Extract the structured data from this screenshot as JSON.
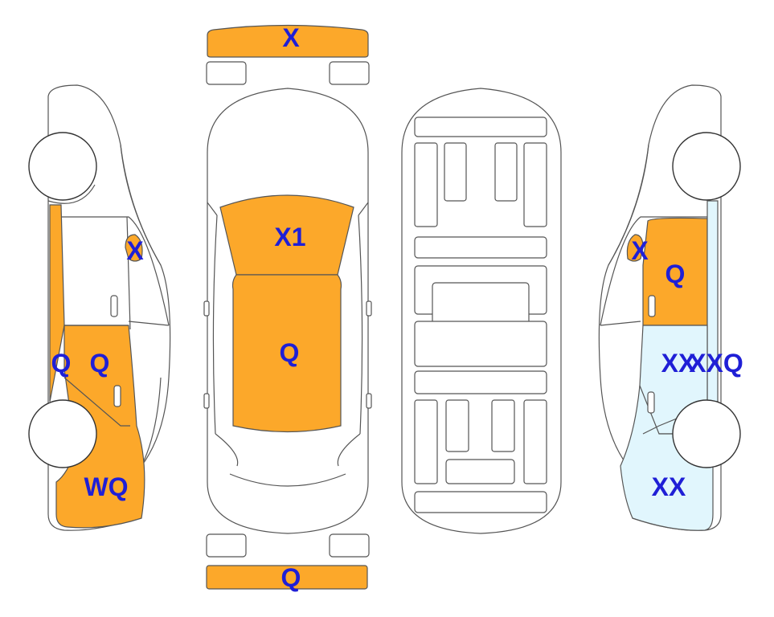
{
  "colors": {
    "damage": "#fca82a",
    "repaint": "#e1f6fd",
    "label": "#1f1fd6",
    "outline": "#555555"
  },
  "labels": {
    "front_bumper": "X",
    "windshield": "X1",
    "roof": "Q",
    "rear_bumper": "Q",
    "left_mirror": "X",
    "left_front_door": "Q",
    "left_rear_door": "Q",
    "left_rear_fender": "WQ",
    "right_mirror": "X",
    "right_front_door": "Q",
    "right_rear_door_a": "XX",
    "right_rear_door_b": "XXQ",
    "right_rear_fender": "XX"
  }
}
